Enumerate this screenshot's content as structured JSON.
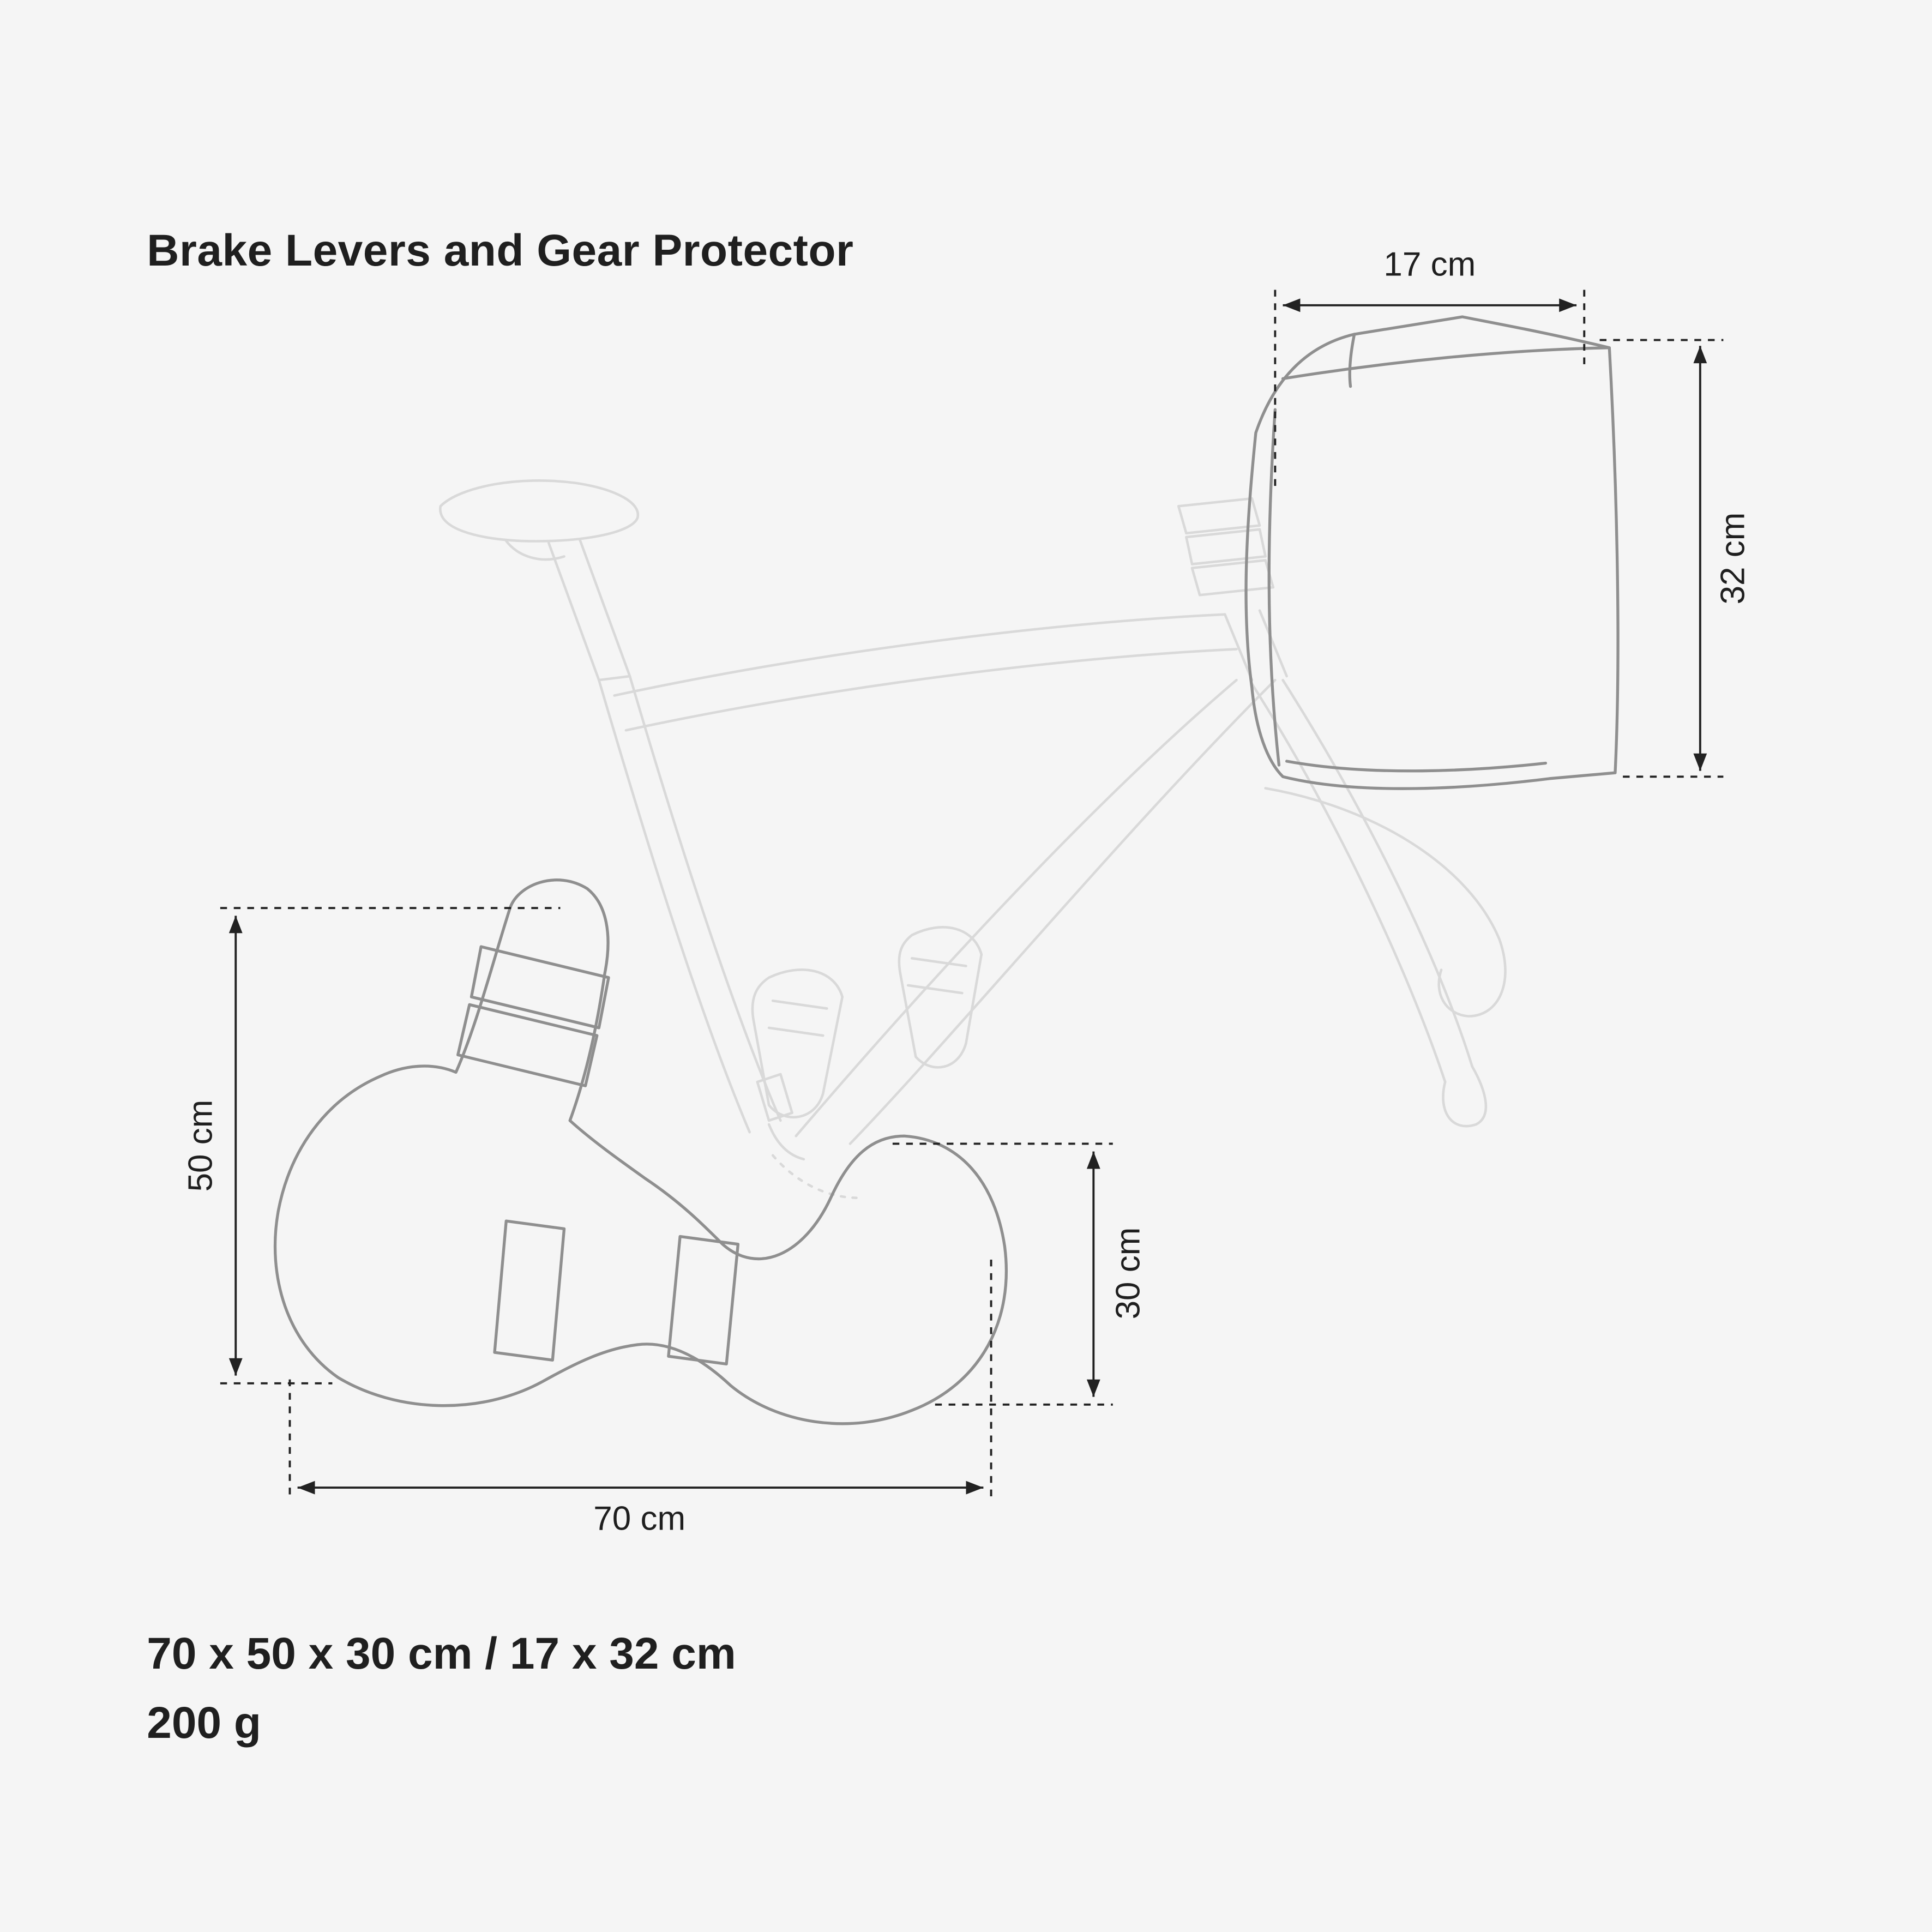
{
  "header": {
    "title": "Brake Levers and Gear Protector"
  },
  "diagram": {
    "labels": {
      "handlebar_cover_width": "17 cm",
      "handlebar_cover_height": "32 cm",
      "crank_cover_height": "50 cm",
      "gear_cover_height": "30 cm",
      "crank_cover_width": "70 cm"
    }
  },
  "footer": {
    "dimensions": "70 x 50 x 30 cm / 17 x 32 cm",
    "weight": "200 g"
  },
  "colors": {
    "background": "#f5f5f5",
    "text": "#1f1f1f",
    "bike_outline": "#d9d9d9",
    "protector_outline": "#8f8f8f",
    "dimension_line": "#222222"
  }
}
